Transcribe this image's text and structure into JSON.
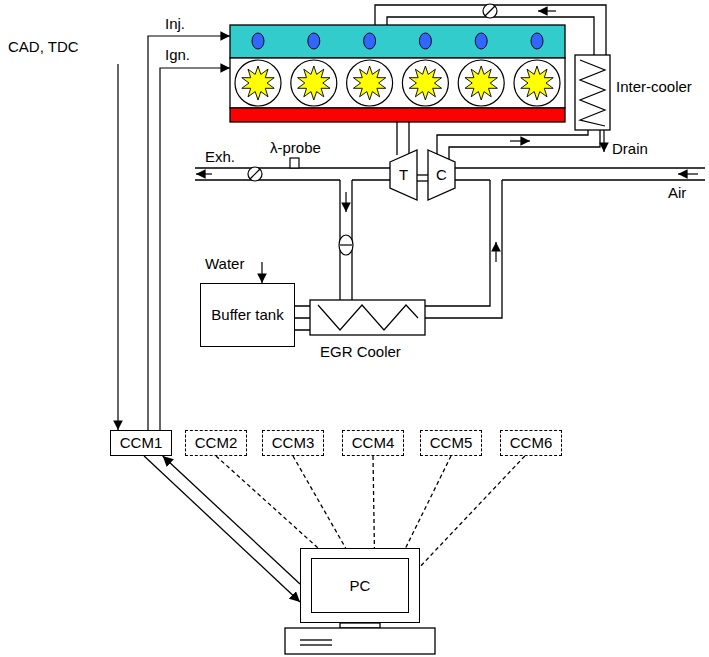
{
  "diagram": {
    "nodes": [
      {
        "text": [
          "T"
        ]
      },
      {
        "text": [
          "C"
        ]
      },
      {
        "text": [
          "Buffer tank"
        ]
      },
      {
        "text": [
          "CCM1"
        ]
      },
      {
        "text": [
          "CCM2"
        ]
      },
      {
        "text": [
          "CCM3"
        ]
      },
      {
        "text": [
          "CCM4"
        ]
      },
      {
        "text": [
          "CCM5"
        ]
      },
      {
        "text": [
          "CCM6"
        ]
      },
      {
        "text": [
          "PC"
        ]
      }
    ],
    "edges": [
      {
        "from": 0,
        "to": 1,
        "arrow": "none"
      },
      {
        "from": 3,
        "to": 9,
        "arrow": "to"
      },
      {
        "from": 9,
        "to": 3,
        "arrow": "to"
      },
      {
        "from": 4,
        "to": 9,
        "arrow": "none"
      },
      {
        "from": 5,
        "to": 9,
        "arrow": "none"
      },
      {
        "from": 6,
        "to": 9,
        "arrow": "none"
      },
      {
        "from": 7,
        "to": 9,
        "arrow": "none"
      },
      {
        "from": 8,
        "to": 9,
        "arrow": "none"
      }
    ],
    "labels": [
      "CAD, TDC",
      "Inj.",
      "Ign.",
      "Inter-cooler",
      "Drain",
      "Exh.",
      "λ-probe",
      "Air",
      "Water",
      "EGR Cooler"
    ]
  }
}
